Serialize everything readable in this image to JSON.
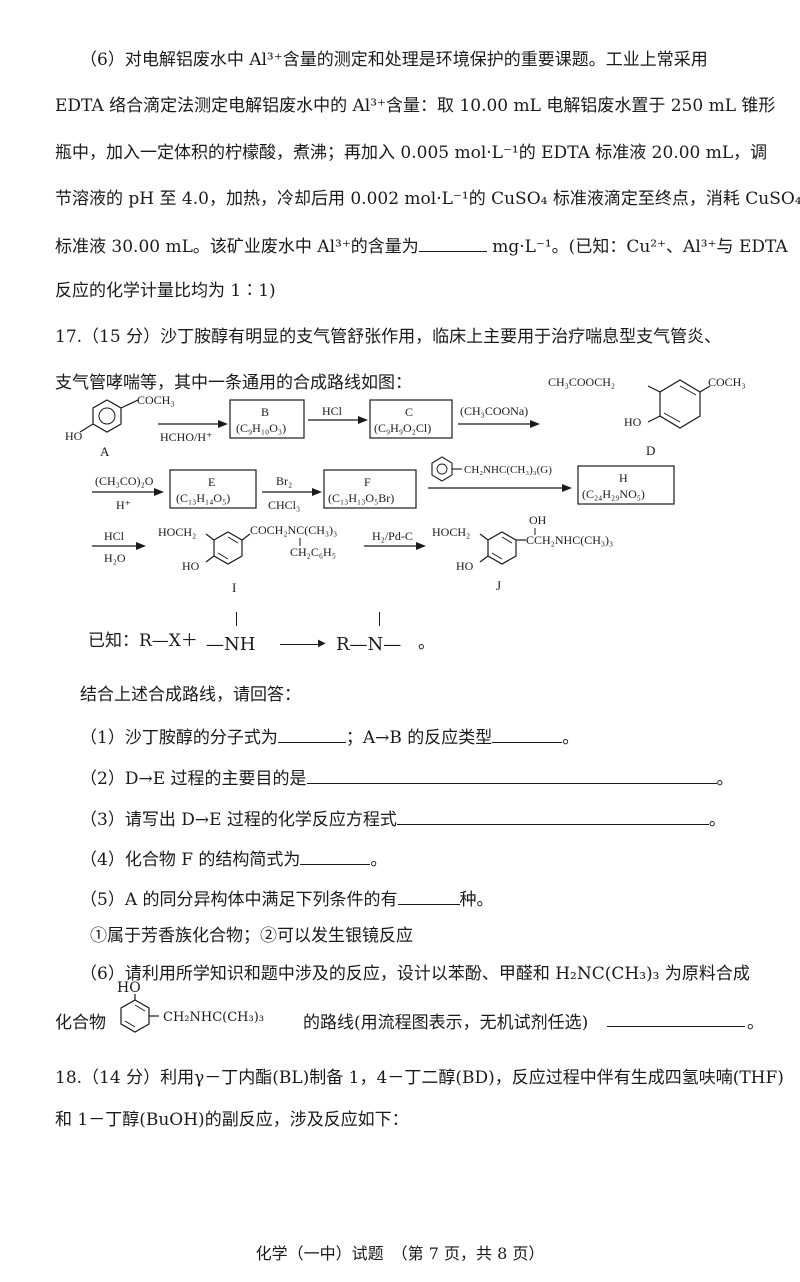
{
  "q16_part6": {
    "l1": "（6）对电解铝废水中 Al³⁺含量的测定和处理是环境保护的重要课题。工业上常采用",
    "l2": "EDTA 络合滴定法测定电解铝废水中的 Al³⁺含量：取 10.00 mL 电解铝废水置于 250 mL 锥形",
    "l3": "瓶中，加入一定体积的柠檬酸，煮沸；再加入 0.005 mol·L⁻¹的 EDTA 标准液 20.00 mL，调",
    "l4": "节溶液的 pH 至 4.0，加热，冷却后用 0.002 mol·L⁻¹的 CuSO₄ 标准液滴定至终点，消耗 CuSO₄",
    "l5a": "标准液 30.00 mL。该矿业废水中 Al³⁺的含量为",
    "l5b": " mg·L⁻¹。(已知：Cu²⁺、Al³⁺与 EDTA",
    "l6": "反应的化学计量比均为 1∶1)"
  },
  "q17": {
    "header": "17.（15 分）沙丁胺醇有明显的支气管舒张作用，临床上主要用于治疗喘息型支气管炎、",
    "header2": "支气管哮喘等，其中一条通用的合成路线如图：",
    "scheme": {
      "A_sub": "COCH₃",
      "A_ho": "HO",
      "A_label": "A",
      "arrow1_below": "HCHO/H⁺",
      "B_label": "B",
      "B_formula": "(C₉H₁₀O₃)",
      "arrow2_above": "HCl",
      "C_label": "C",
      "C_formula": "(C₉H₉O₂Cl)",
      "arrow3_above": "(CH₃COONa)",
      "D_sub1": "CH₃COOCH₂",
      "D_sub2": "COCH₃",
      "D_ho": "HO",
      "D_label": "D",
      "arrow4_above": "(CH₃CO)₂O",
      "arrow4_below": "H⁺",
      "E_label": "E",
      "E_formula": "(C₁₃H₁₄O₅)",
      "arrow5_above": "Br₂",
      "arrow5_below": "CHCl₃",
      "F_label": "F",
      "F_formula": "(C₁₃H₁₃O₅Br)",
      "arrow6_above": "CH₂NHC(CH₃)₃(G)",
      "H_label": "H",
      "H_formula": "(C₂₄H₂₉NO₅)",
      "arrow7_above": "HCl",
      "arrow7_below": "H₂O",
      "I_sub1": "HOCH₂",
      "I_sub2": "COCH₂NC(CH₃)₃",
      "I_sub3": "CH₂C₆H₅",
      "I_ho": "HO",
      "I_label": "I",
      "arrow8_above": "H₂/Pd-C",
      "J_sub1": "HOCH₂",
      "J_oh": "OH",
      "J_sub2": "CCH₂NHC(CH₃)₃",
      "J_ho": "HO",
      "J_label": "J"
    },
    "known_prefix": "已知：R—X＋",
    "known_nh": "—NH",
    "known_rn": "R—N—",
    "known_end": "。",
    "intro": "结合上述合成路线，请回答：",
    "q1a": "（1）沙丁胺醇的分子式为",
    "q1b": "；A→B 的反应类型",
    "q1c": "。",
    "q2a": "（2）D→E 过程的主要目的是",
    "q2b": "。",
    "q3a": "（3）请写出 D→E 过程的化学反应方程式",
    "q3b": "。",
    "q4a": "（4）化合物 F 的结构简式为",
    "q4b": "。",
    "q5a": "（5）A 的同分异构体中满足下列条件的有",
    "q5b": "种。",
    "q5cond": "①属于芳香族化合物；②可以发生银镜反应",
    "q6a": "（6）请利用所学知识和题中涉及的反应，设计以苯酚、甲醛和 H₂NC(CH₃)₃ 为原料合成",
    "q6_ho": "HO",
    "q6b": "化合物",
    "q6_sub": "CH₂NHC(CH₃)₃",
    "q6c": "的路线(用流程图表示，无机试剂任选)",
    "q6d": "。"
  },
  "q18": {
    "l1": "18.（14 分）利用γ－丁内酯(BL)制备 1，4－丁二醇(BD)，反应过程中伴有生成四氢呋喃(THF)",
    "l2": "和 1－丁醇(BuOH)的副反应，涉及反应如下："
  },
  "footer": "化学（一中）试题　（第 7 页，共 8 页）"
}
